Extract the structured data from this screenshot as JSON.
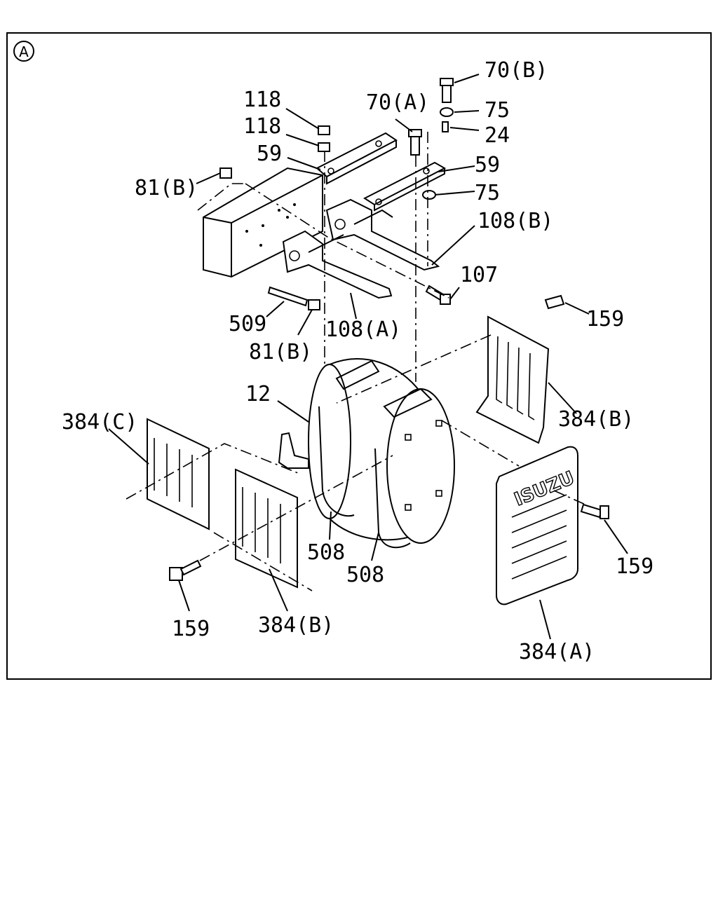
{
  "view_marker": "A",
  "logo_text": "ISUZU",
  "callouts": {
    "c70b": "70(B)",
    "c75a": "75",
    "c24": "24",
    "c70a": "70(A)",
    "c118a": "118",
    "c118b": "118",
    "c59a": "59",
    "c59b": "59",
    "c75b": "75",
    "c81ba": "81(B)",
    "c108b": "108(B)",
    "c107": "107",
    "c509": "509",
    "c108a": "108(A)",
    "c81bb": "81(B)",
    "c159a": "159",
    "c12": "12",
    "c384b1": "384(B)",
    "c384c": "384(C)",
    "c508a": "508",
    "c508b": "508",
    "c159b": "159",
    "c159c": "159",
    "c384b2": "384(B)",
    "c384a": "384(A)"
  }
}
